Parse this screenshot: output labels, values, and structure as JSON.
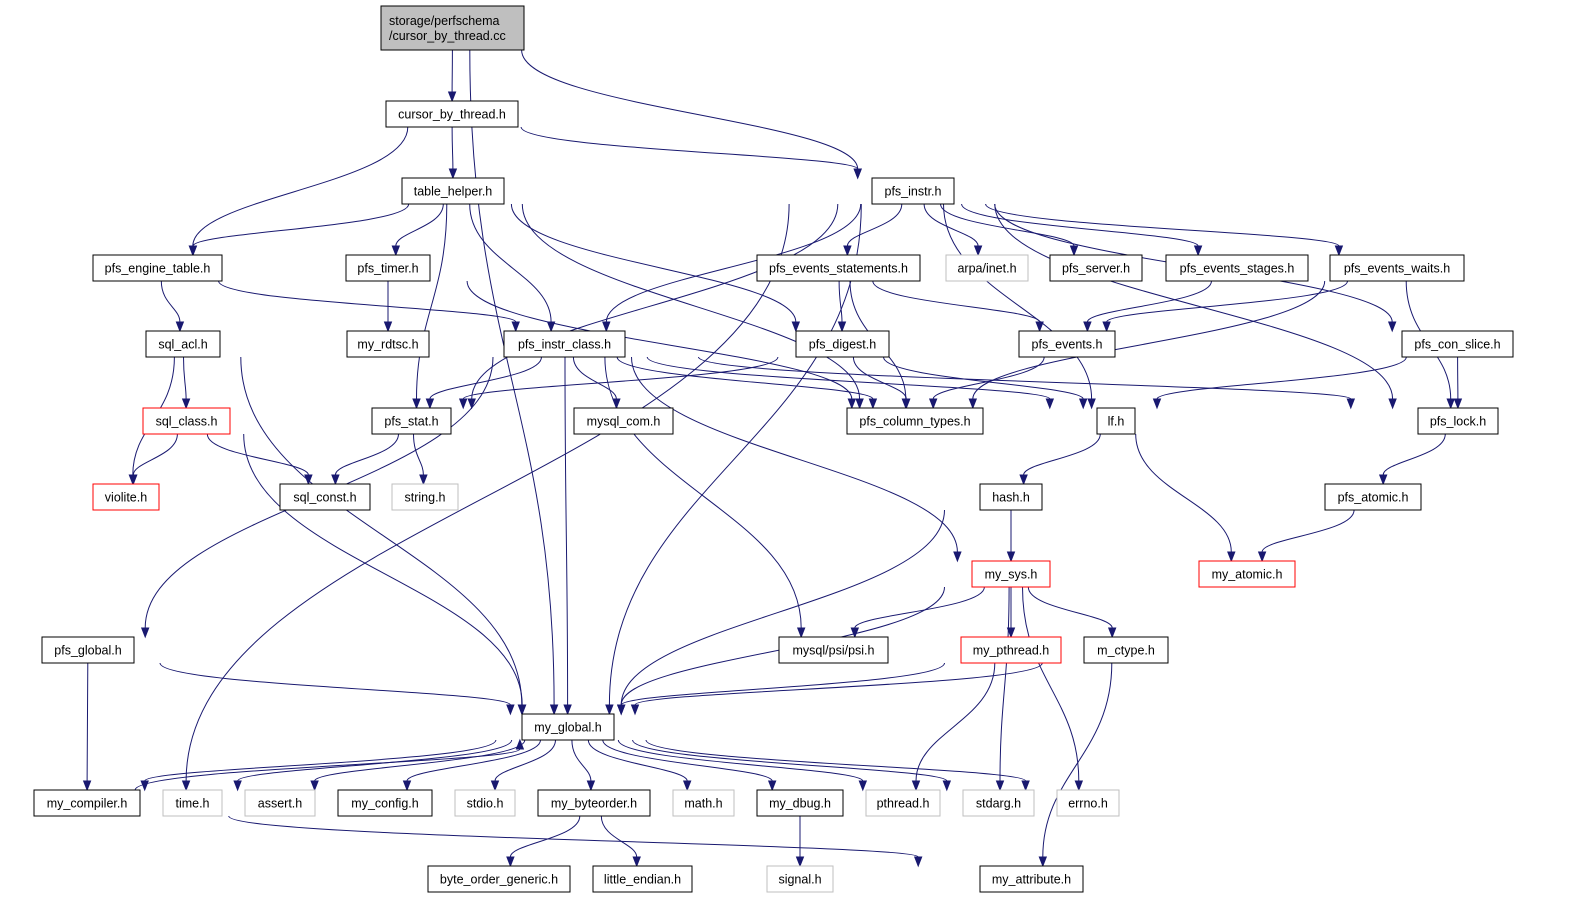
{
  "diagram": {
    "kind": "include-dependency-graph",
    "colors": {
      "edge": "#191970",
      "node_border": "#000000",
      "root_fill": "#bfbfbf",
      "truncated_border": "#ff0000",
      "system_header_border": "#bfbfbf",
      "node_fill": "#ffffff"
    },
    "nodes": [
      {
        "id": "root",
        "lines": [
          "storage/perfschema",
          "/cursor_by_thread.cc"
        ],
        "style": "root"
      },
      {
        "id": "cursor_by_thread_h",
        "lines": [
          "cursor_by_thread.h"
        ],
        "style": "normal"
      },
      {
        "id": "table_helper_h",
        "lines": [
          "table_helper.h"
        ],
        "style": "normal"
      },
      {
        "id": "pfs_instr_h",
        "lines": [
          "pfs_instr.h"
        ],
        "style": "normal"
      },
      {
        "id": "pfs_engine_table_h",
        "lines": [
          "pfs_engine_table.h"
        ],
        "style": "normal"
      },
      {
        "id": "pfs_timer_h",
        "lines": [
          "pfs_timer.h"
        ],
        "style": "normal"
      },
      {
        "id": "pfs_events_statements_h",
        "lines": [
          "pfs_events_statements.h"
        ],
        "style": "normal"
      },
      {
        "id": "arpa_inet_h",
        "lines": [
          "arpa/inet.h"
        ],
        "style": "system"
      },
      {
        "id": "pfs_server_h",
        "lines": [
          "pfs_server.h"
        ],
        "style": "normal"
      },
      {
        "id": "pfs_events_stages_h",
        "lines": [
          "pfs_events_stages.h"
        ],
        "style": "normal"
      },
      {
        "id": "pfs_events_waits_h",
        "lines": [
          "pfs_events_waits.h"
        ],
        "style": "normal"
      },
      {
        "id": "sql_acl_h",
        "lines": [
          "sql_acl.h"
        ],
        "style": "normal"
      },
      {
        "id": "my_rdtsc_h",
        "lines": [
          "my_rdtsc.h"
        ],
        "style": "normal"
      },
      {
        "id": "pfs_instr_class_h",
        "lines": [
          "pfs_instr_class.h"
        ],
        "style": "normal"
      },
      {
        "id": "pfs_digest_h",
        "lines": [
          "pfs_digest.h"
        ],
        "style": "normal"
      },
      {
        "id": "pfs_events_h",
        "lines": [
          "pfs_events.h"
        ],
        "style": "normal"
      },
      {
        "id": "pfs_con_slice_h",
        "lines": [
          "pfs_con_slice.h"
        ],
        "style": "normal"
      },
      {
        "id": "sql_class_h",
        "lines": [
          "sql_class.h"
        ],
        "style": "truncated"
      },
      {
        "id": "pfs_stat_h",
        "lines": [
          "pfs_stat.h"
        ],
        "style": "normal"
      },
      {
        "id": "mysql_com_h",
        "lines": [
          "mysql_com.h"
        ],
        "style": "normal"
      },
      {
        "id": "pfs_column_types_h",
        "lines": [
          "pfs_column_types.h"
        ],
        "style": "normal"
      },
      {
        "id": "lf_h",
        "lines": [
          "lf.h"
        ],
        "style": "normal"
      },
      {
        "id": "pfs_lock_h",
        "lines": [
          "pfs_lock.h"
        ],
        "style": "normal"
      },
      {
        "id": "violite_h",
        "lines": [
          "violite.h"
        ],
        "style": "truncated"
      },
      {
        "id": "sql_const_h",
        "lines": [
          "sql_const.h"
        ],
        "style": "normal"
      },
      {
        "id": "string_h",
        "lines": [
          "string.h"
        ],
        "style": "system"
      },
      {
        "id": "hash_h",
        "lines": [
          "hash.h"
        ],
        "style": "normal"
      },
      {
        "id": "pfs_atomic_h",
        "lines": [
          "pfs_atomic.h"
        ],
        "style": "normal"
      },
      {
        "id": "my_sys_h",
        "lines": [
          "my_sys.h"
        ],
        "style": "truncated"
      },
      {
        "id": "my_atomic_h",
        "lines": [
          "my_atomic.h"
        ],
        "style": "truncated"
      },
      {
        "id": "pfs_global_h",
        "lines": [
          "pfs_global.h"
        ],
        "style": "normal"
      },
      {
        "id": "mysql_psi_psi_h",
        "lines": [
          "mysql/psi/psi.h"
        ],
        "style": "normal"
      },
      {
        "id": "my_pthread_h",
        "lines": [
          "my_pthread.h"
        ],
        "style": "truncated"
      },
      {
        "id": "m_ctype_h",
        "lines": [
          "m_ctype.h"
        ],
        "style": "normal"
      },
      {
        "id": "my_global_h",
        "lines": [
          "my_global.h"
        ],
        "style": "normal"
      },
      {
        "id": "my_compiler_h",
        "lines": [
          "my_compiler.h"
        ],
        "style": "normal"
      },
      {
        "id": "time_h",
        "lines": [
          "time.h"
        ],
        "style": "system"
      },
      {
        "id": "assert_h",
        "lines": [
          "assert.h"
        ],
        "style": "system"
      },
      {
        "id": "my_config_h",
        "lines": [
          "my_config.h"
        ],
        "style": "normal"
      },
      {
        "id": "stdio_h",
        "lines": [
          "stdio.h"
        ],
        "style": "system"
      },
      {
        "id": "my_byteorder_h",
        "lines": [
          "my_byteorder.h"
        ],
        "style": "normal"
      },
      {
        "id": "math_h",
        "lines": [
          "math.h"
        ],
        "style": "system"
      },
      {
        "id": "my_dbug_h",
        "lines": [
          "my_dbug.h"
        ],
        "style": "normal"
      },
      {
        "id": "pthread_h",
        "lines": [
          "pthread.h"
        ],
        "style": "system"
      },
      {
        "id": "stdarg_h",
        "lines": [
          "stdarg.h"
        ],
        "style": "system"
      },
      {
        "id": "errno_h",
        "lines": [
          "errno.h"
        ],
        "style": "system"
      },
      {
        "id": "byte_order_generic_h",
        "lines": [
          "byte_order_generic.h"
        ],
        "style": "normal"
      },
      {
        "id": "little_endian_h",
        "lines": [
          "little_endian.h"
        ],
        "style": "normal"
      },
      {
        "id": "signal_h",
        "lines": [
          "signal.h"
        ],
        "style": "system"
      },
      {
        "id": "my_attribute_h",
        "lines": [
          "my_attribute.h"
        ],
        "style": "normal"
      }
    ],
    "edges": [
      [
        "root",
        "cursor_by_thread_h"
      ],
      [
        "root",
        "pfs_instr_h"
      ],
      [
        "root",
        "my_global_h"
      ],
      [
        "cursor_by_thread_h",
        "table_helper_h"
      ],
      [
        "cursor_by_thread_h",
        "pfs_engine_table_h"
      ],
      [
        "cursor_by_thread_h",
        "pfs_instr_h"
      ],
      [
        "table_helper_h",
        "pfs_engine_table_h"
      ],
      [
        "table_helper_h",
        "pfs_timer_h"
      ],
      [
        "table_helper_h",
        "pfs_instr_class_h"
      ],
      [
        "table_helper_h",
        "pfs_stat_h"
      ],
      [
        "table_helper_h",
        "pfs_digest_h"
      ],
      [
        "table_helper_h",
        "pfs_column_types_h"
      ],
      [
        "pfs_instr_h",
        "pfs_events_statements_h"
      ],
      [
        "pfs_instr_h",
        "arpa_inet_h"
      ],
      [
        "pfs_instr_h",
        "pfs_server_h"
      ],
      [
        "pfs_instr_h",
        "pfs_events_stages_h"
      ],
      [
        "pfs_instr_h",
        "pfs_events_waits_h"
      ],
      [
        "pfs_instr_h",
        "pfs_con_slice_h"
      ],
      [
        "pfs_instr_h",
        "pfs_lock_h"
      ],
      [
        "pfs_instr_h",
        "lf_h"
      ],
      [
        "pfs_instr_h",
        "pfs_instr_class_h"
      ],
      [
        "pfs_instr_h",
        "pfs_stat_h"
      ],
      [
        "pfs_instr_h",
        "my_global_h"
      ],
      [
        "pfs_instr_h",
        "my_compiler_h"
      ],
      [
        "pfs_engine_table_h",
        "sql_acl_h"
      ],
      [
        "pfs_engine_table_h",
        "pfs_instr_class_h"
      ],
      [
        "pfs_timer_h",
        "my_rdtsc_h"
      ],
      [
        "pfs_timer_h",
        "pfs_column_types_h"
      ],
      [
        "pfs_events_statements_h",
        "pfs_digest_h"
      ],
      [
        "pfs_events_statements_h",
        "pfs_events_h"
      ],
      [
        "pfs_events_statements_h",
        "pfs_column_types_h"
      ],
      [
        "pfs_events_stages_h",
        "pfs_events_h"
      ],
      [
        "pfs_events_waits_h",
        "pfs_events_h"
      ],
      [
        "pfs_events_waits_h",
        "pfs_column_types_h"
      ],
      [
        "pfs_events_waits_h",
        "pfs_lock_h"
      ],
      [
        "sql_acl_h",
        "sql_class_h"
      ],
      [
        "sql_acl_h",
        "violite_h"
      ],
      [
        "sql_acl_h",
        "my_global_h"
      ],
      [
        "pfs_instr_class_h",
        "pfs_stat_h"
      ],
      [
        "pfs_instr_class_h",
        "mysql_com_h"
      ],
      [
        "pfs_instr_class_h",
        "pfs_column_types_h"
      ],
      [
        "pfs_instr_class_h",
        "lf_h"
      ],
      [
        "pfs_instr_class_h",
        "pfs_lock_h"
      ],
      [
        "pfs_instr_class_h",
        "my_sys_h"
      ],
      [
        "pfs_instr_class_h",
        "mysql_psi_psi_h"
      ],
      [
        "pfs_instr_class_h",
        "my_global_h"
      ],
      [
        "pfs_instr_class_h",
        "pfs_global_h"
      ],
      [
        "pfs_digest_h",
        "pfs_stat_h"
      ],
      [
        "pfs_digest_h",
        "pfs_column_types_h"
      ],
      [
        "pfs_digest_h",
        "lf_h"
      ],
      [
        "pfs_events_h",
        "pfs_column_types_h"
      ],
      [
        "pfs_con_slice_h",
        "lf_h"
      ],
      [
        "pfs_con_slice_h",
        "pfs_lock_h"
      ],
      [
        "sql_class_h",
        "violite_h"
      ],
      [
        "sql_class_h",
        "sql_const_h"
      ],
      [
        "sql_class_h",
        "my_global_h"
      ],
      [
        "pfs_stat_h",
        "sql_const_h"
      ],
      [
        "pfs_stat_h",
        "string_h"
      ],
      [
        "lf_h",
        "hash_h"
      ],
      [
        "lf_h",
        "my_atomic_h"
      ],
      [
        "pfs_lock_h",
        "pfs_atomic_h"
      ],
      [
        "pfs_atomic_h",
        "my_atomic_h"
      ],
      [
        "hash_h",
        "my_sys_h"
      ],
      [
        "hash_h",
        "my_global_h"
      ],
      [
        "my_sys_h",
        "mysql_psi_psi_h"
      ],
      [
        "my_sys_h",
        "my_pthread_h"
      ],
      [
        "my_sys_h",
        "m_ctype_h"
      ],
      [
        "my_sys_h",
        "my_global_h"
      ],
      [
        "my_sys_h",
        "stdarg_h"
      ],
      [
        "my_sys_h",
        "errno_h"
      ],
      [
        "pfs_global_h",
        "my_global_h"
      ],
      [
        "pfs_global_h",
        "my_compiler_h"
      ],
      [
        "my_pthread_h",
        "my_global_h"
      ],
      [
        "my_pthread_h",
        "pthread_h"
      ],
      [
        "m_ctype_h",
        "my_global_h"
      ],
      [
        "m_ctype_h",
        "my_attribute_h"
      ],
      [
        "my_global_h",
        "my_compiler_h"
      ],
      [
        "my_global_h",
        "time_h"
      ],
      [
        "my_global_h",
        "assert_h"
      ],
      [
        "my_global_h",
        "my_config_h"
      ],
      [
        "my_global_h",
        "stdio_h"
      ],
      [
        "my_global_h",
        "my_byteorder_h"
      ],
      [
        "my_global_h",
        "math_h"
      ],
      [
        "my_global_h",
        "my_dbug_h"
      ],
      [
        "my_global_h",
        "pthread_h"
      ],
      [
        "my_global_h",
        "stdarg_h"
      ],
      [
        "my_global_h",
        "errno_h"
      ],
      [
        "my_compiler_h",
        "my_global_h"
      ],
      [
        "my_compiler_h",
        "my_attribute_h"
      ],
      [
        "my_byteorder_h",
        "byte_order_generic_h"
      ],
      [
        "my_byteorder_h",
        "little_endian_h"
      ],
      [
        "my_dbug_h",
        "signal_h"
      ]
    ]
  }
}
